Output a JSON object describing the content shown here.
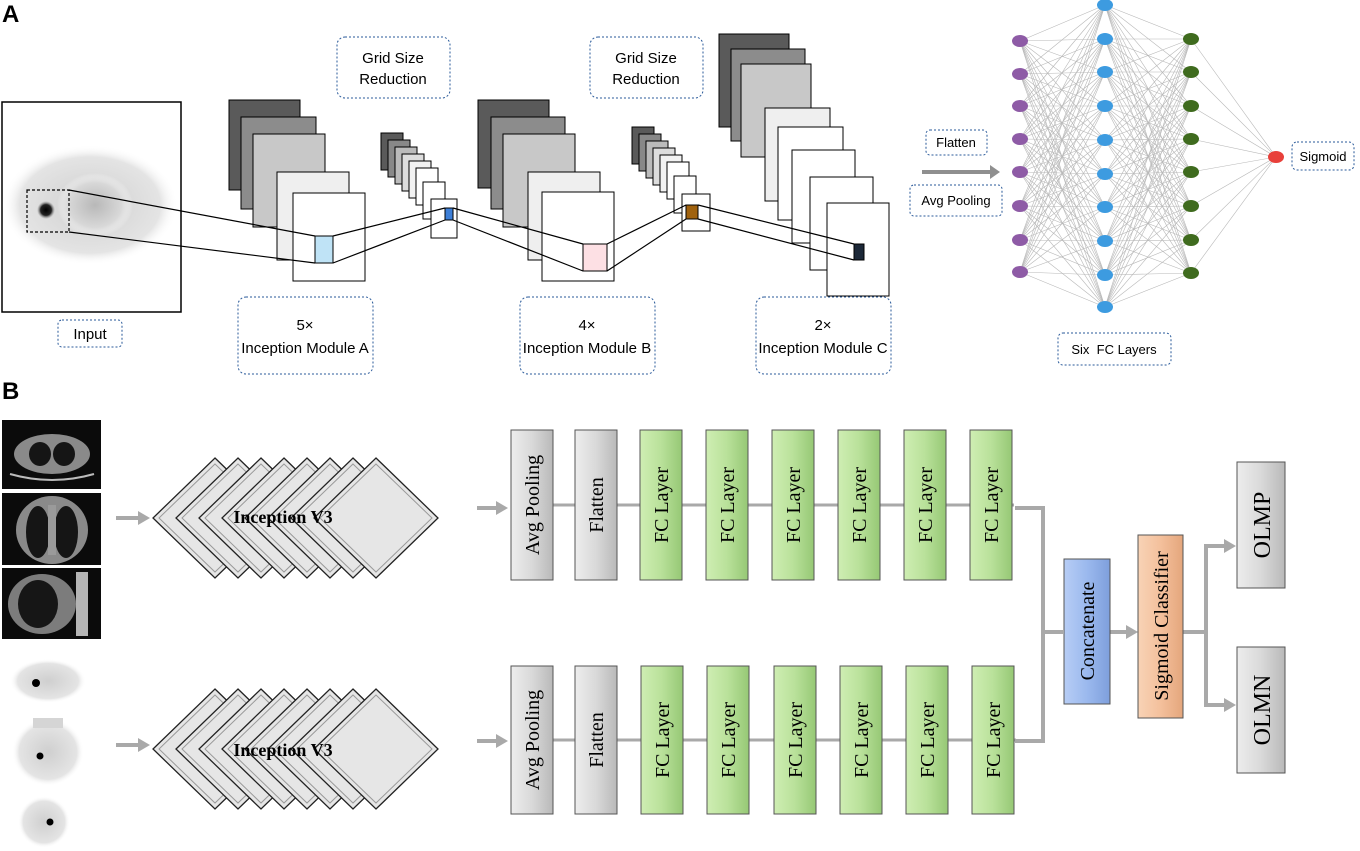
{
  "panel_a": {
    "letter": "A",
    "input_label": "Input",
    "grid_reduction": [
      "Grid Size",
      "Reduction"
    ],
    "modules": [
      {
        "count": "5×",
        "name": "Inception Module A"
      },
      {
        "count": "4×",
        "name": "Inception Module B"
      },
      {
        "count": "2×",
        "name": "Inception Module C"
      }
    ],
    "flatten_label": "Flatten",
    "avg_pooling_label": "Avg Pooling",
    "fc_label": "Six  FC Layers",
    "sigmoid_label": "Sigmoid",
    "node_colors": {
      "input": "#8e5ba6",
      "hidden": "#3d9be0",
      "output_layer": "#3f6b1e",
      "sigmoid": "#e8403a"
    },
    "patch_colors": [
      "#bfe3f6",
      "#3d7fd8",
      "#fde0e4",
      "#a0620e",
      "#1c2838"
    ]
  },
  "panel_b": {
    "letter": "B",
    "backbone_label": "Inception V3",
    "avg_pooling_label": "Avg Pooling",
    "flatten_label": "Flatten",
    "fc_layer_label": "FC Layer",
    "concat_label": "Concatenate",
    "classifier_label": "Sigmoid Classifier",
    "outputs": [
      "OLMP",
      "OLMN"
    ],
    "colors": {
      "gray_block": "#d6d6d6",
      "fc_block": "#b9e19a",
      "concat": "#9bb9ee",
      "classifier": "#f4c09c",
      "arrow": "#a9a9a9"
    }
  }
}
